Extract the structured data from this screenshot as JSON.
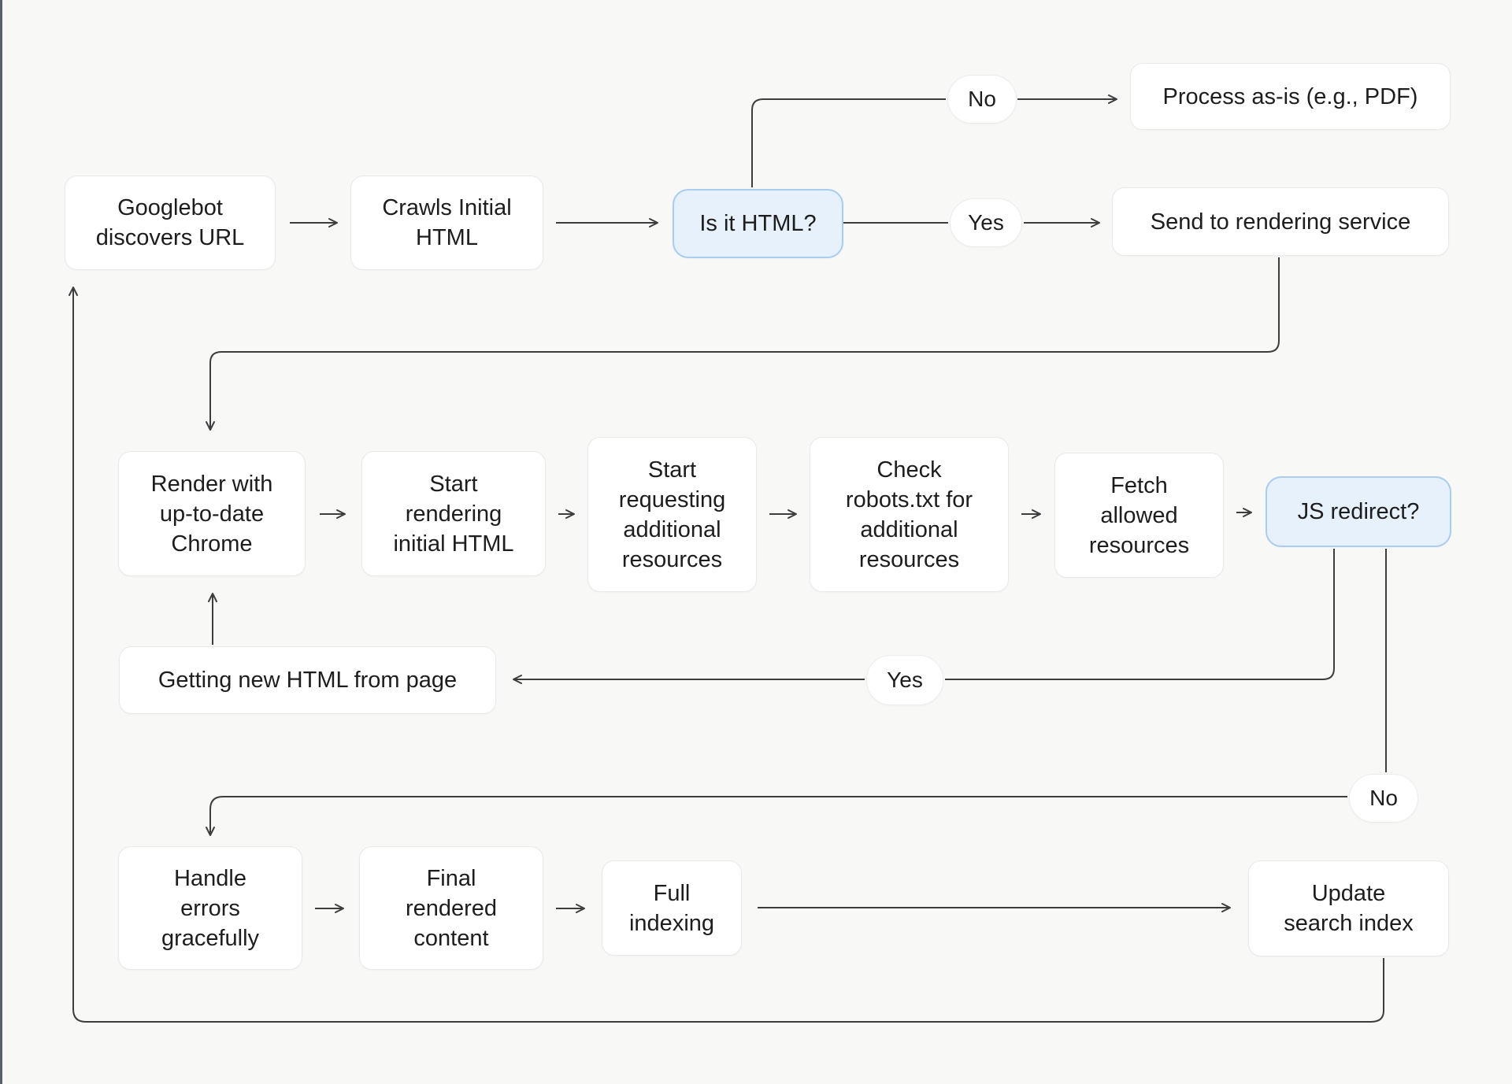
{
  "diagram": {
    "title": "Googlebot crawling and rendering flowchart",
    "colors": {
      "background": "#f8f8f6",
      "node_fill": "#ffffff",
      "node_border": "#e9e9e7",
      "decision_fill": "#e7f1fc",
      "decision_border": "#a9cdf1",
      "line": "#3d3d3d",
      "text": "#1d1d1d",
      "screen_edge": "#57626e"
    },
    "nodes": {
      "googlebot": {
        "label": "Googlebot\ndiscovers URL"
      },
      "crawls": {
        "label": "Crawls Initial\nHTML"
      },
      "is_it_html": {
        "label": "Is it HTML?"
      },
      "process_as_is": {
        "label": "Process as-is (e.g., PDF)"
      },
      "send_to_rendering": {
        "label": "Send to rendering service"
      },
      "render_chrome": {
        "label": "Render with\nup-to-date\nChrome"
      },
      "start_rendering": {
        "label": "Start\nrendering\ninitial HTML"
      },
      "start_requesting": {
        "label": "Start\nrequesting\nadditional\nresources"
      },
      "check_robots": {
        "label": "Check\nrobots.txt for\nadditional\nresources"
      },
      "fetch_allowed": {
        "label": "Fetch\nallowed\nresources"
      },
      "js_redirect": {
        "label": "JS redirect?"
      },
      "getting_new_html": {
        "label": "Getting new HTML from page"
      },
      "handle_errors": {
        "label": "Handle\nerrors\ngracefully"
      },
      "final_rendered": {
        "label": "Final\nrendered\ncontent"
      },
      "full_indexing": {
        "label": "Full\nindexing"
      },
      "update_index": {
        "label": "Update\nsearch index"
      }
    },
    "edge_labels": {
      "no1": "No",
      "yes1": "Yes",
      "yes2": "Yes",
      "no2": "No"
    }
  }
}
